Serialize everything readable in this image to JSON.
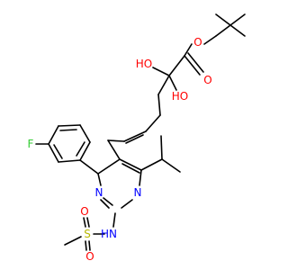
{
  "colors": {
    "background": "#ffffff",
    "bond": "#000000",
    "oxygen": "#ff0000",
    "nitrogen": "#0000ff",
    "sulfur": "#b8b800",
    "fluorine": "#33cc33"
  },
  "atoms": {
    "o_ester": "O",
    "o_carbonyl": "O",
    "oh_1": "HO",
    "oh_2": "HO",
    "fluorine": "F",
    "n_ring_1": "N",
    "n_ring_2": "N",
    "nh": "HN",
    "sulfur": "S",
    "o_sulfonyl_1": "O",
    "o_sulfonyl_2": "O"
  }
}
